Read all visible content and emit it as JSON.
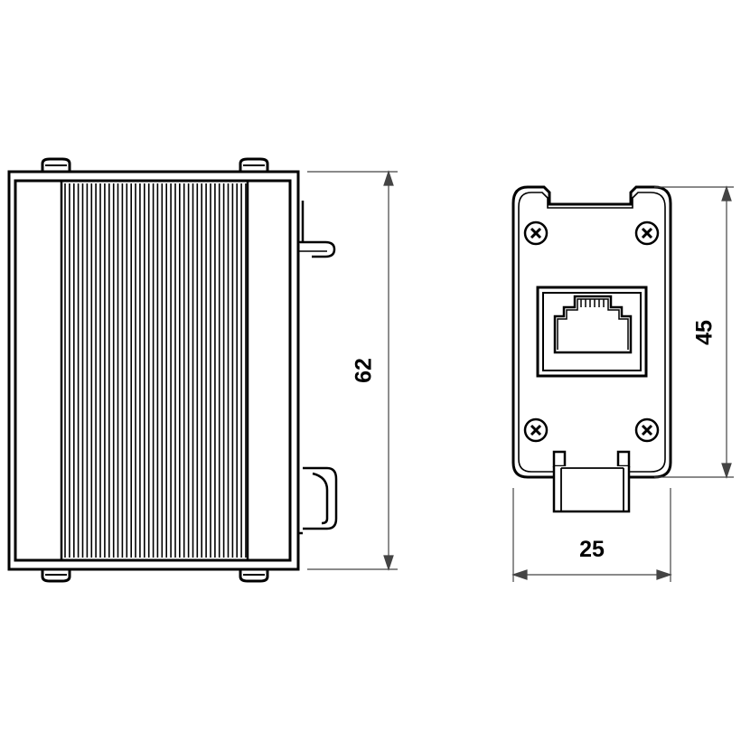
{
  "dimensions": {
    "height_side": "62",
    "height_front": "45",
    "width_front": "25"
  },
  "colors": {
    "line": "#000000",
    "dimension_line": "#444444",
    "background": "#ffffff"
  }
}
